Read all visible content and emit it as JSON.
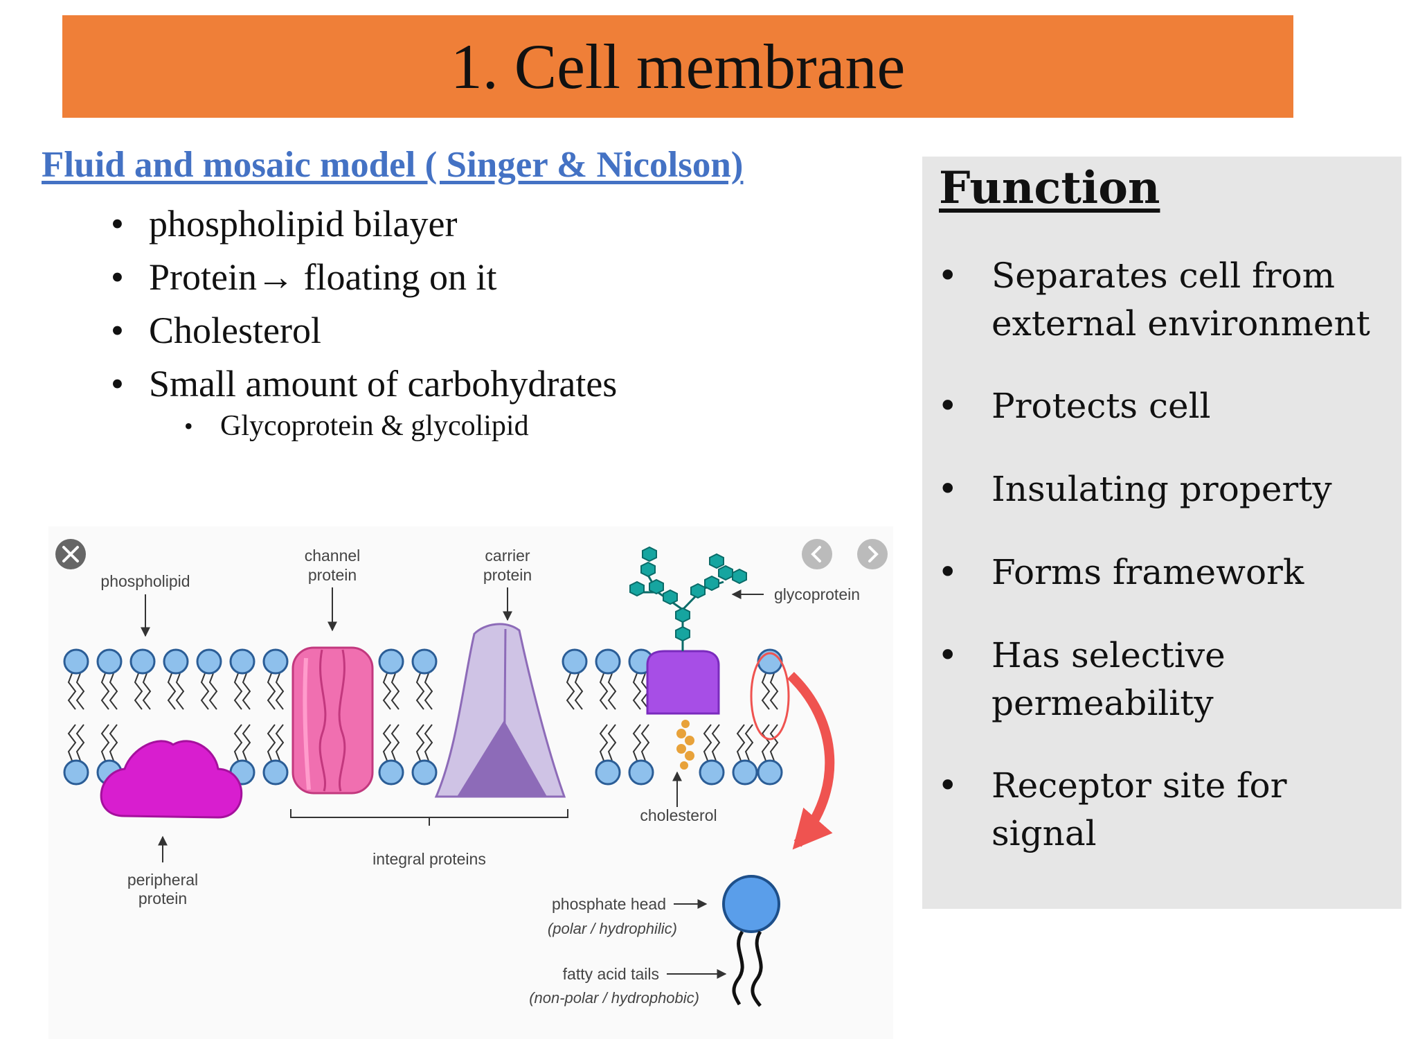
{
  "title": "1. Cell membrane",
  "model_heading": "Fluid and mosaic model ( Singer & Nicolson)",
  "components": [
    "phospholipid bilayer",
    "Protein→ floating on it",
    "Cholesterol",
    "Small amount of carbohydrates"
  ],
  "sub_components": [
    "Glycoprotein & glycolipid"
  ],
  "function": {
    "heading": "Function",
    "items": [
      {
        "line1": "Separates cell from",
        "line2": "external environment"
      },
      {
        "line1": "Protects cell",
        "line2": ""
      },
      {
        "line1": "Insulating property",
        "line2": ""
      },
      {
        "line1": "Forms framework",
        "line2": ""
      },
      {
        "line1": "Has selective",
        "line2": "permeability"
      },
      {
        "line1": "Receptor site for signal",
        "line2": ""
      }
    ]
  },
  "diagram": {
    "labels": {
      "phospholipid": "phospholipid",
      "channel_1": "channel",
      "channel_2": "protein",
      "carrier_1": "carrier",
      "carrier_2": "protein",
      "glycoprotein": "glycoprotein",
      "cholesterol": "cholesterol",
      "integral": "integral proteins",
      "peripheral_1": "peripheral",
      "peripheral_2": "protein",
      "phosphate_head": "phosphate head",
      "phosphate_desc": "(polar / hydrophilic)",
      "fatty_tails": "fatty acid tails",
      "fatty_desc": "(non-polar / hydrophobic)"
    },
    "colors": {
      "head": "#8ec0ec",
      "head_stroke": "#2b5d96",
      "channel_protein": "#f06fb0",
      "carrier_protein": "#cfc3e5",
      "carrier_inner": "#8d6bb8",
      "peripheral_protein": "#d81ecf",
      "glycoprotein": "#a74ee6",
      "sugar": "#16a5a0",
      "cholesterol": "#e8a23a",
      "highlight_arrow": "#ef5350"
    }
  }
}
